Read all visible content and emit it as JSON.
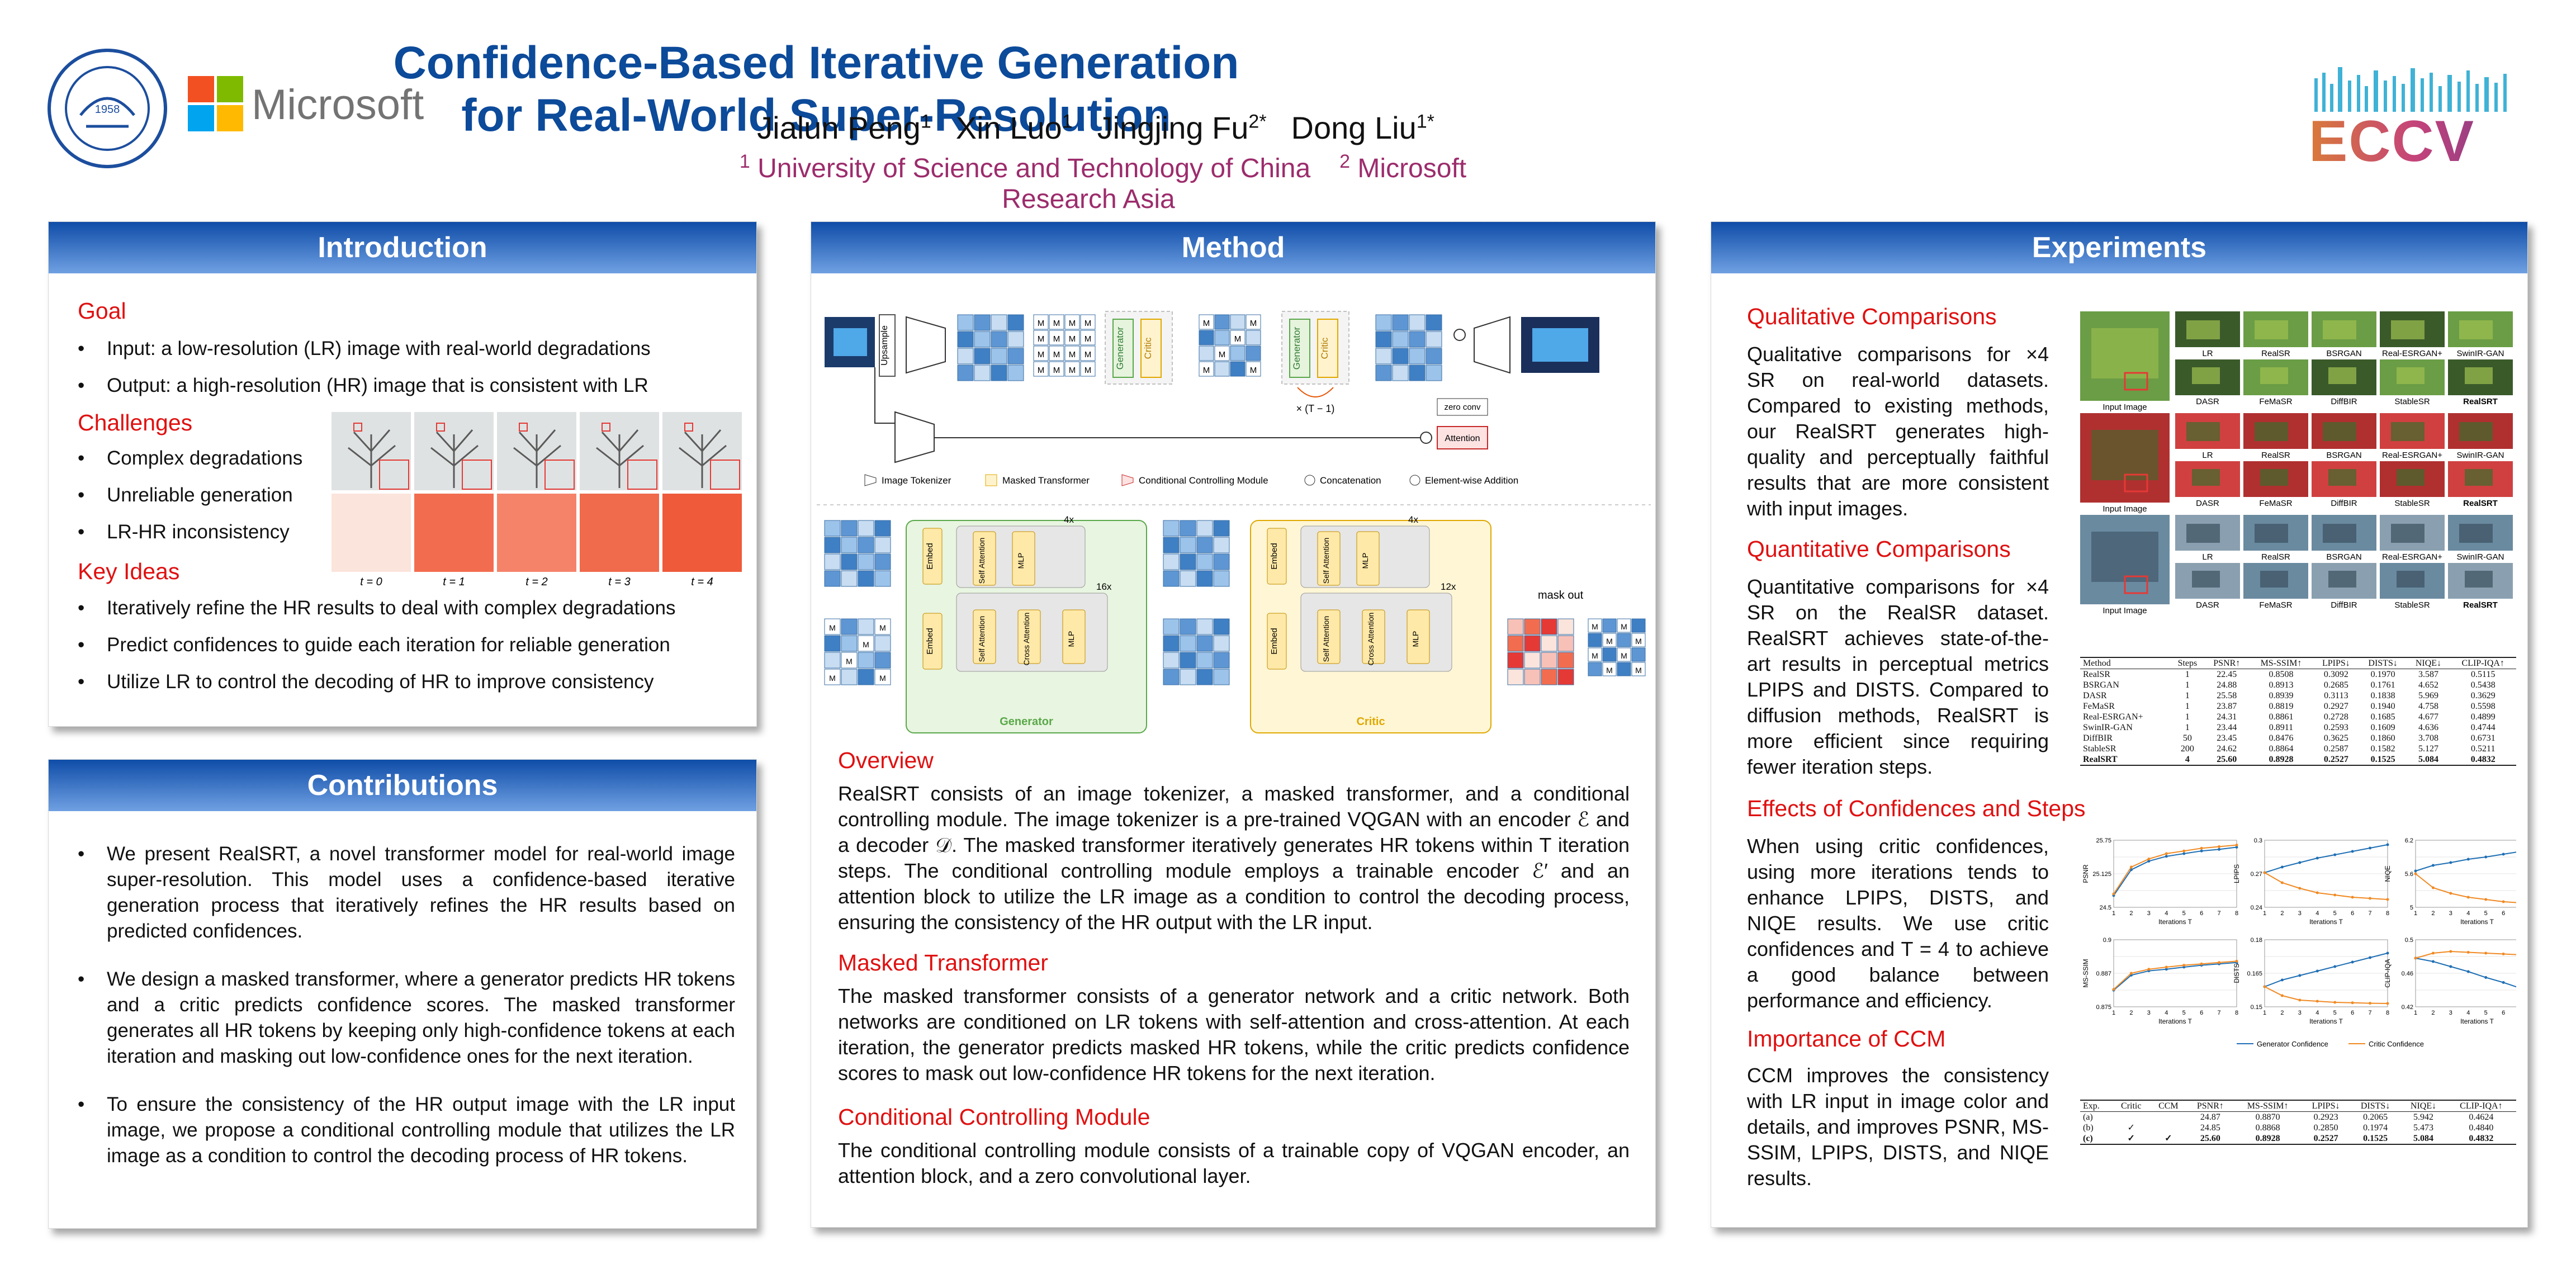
{
  "header": {
    "title": "Confidence-Based Iterative Generation for Real-World Super-Resolution",
    "authors": [
      {
        "name": "Jialun Peng",
        "sup": "1"
      },
      {
        "name": "Xin Luo",
        "sup": "1"
      },
      {
        "name": "Jingjing Fu",
        "sup": "2*"
      },
      {
        "name": "Dong Liu",
        "sup": "1*"
      }
    ],
    "affiliations": [
      {
        "sup": "1",
        "name": "University of Science and Technology of China"
      },
      {
        "sup": "2",
        "name": "Microsoft Research Asia"
      }
    ],
    "logos": {
      "left_seal_year": "1958",
      "microsoft": "Microsoft",
      "eccv": "ECCV"
    }
  },
  "introduction": {
    "title": "Introduction",
    "goal_heading": "Goal",
    "goal_items": [
      "Input: a low-resolution (LR) image with real-world degradations",
      "Output: a high-resolution (HR) image that is consistent with LR"
    ],
    "challenges_heading": "Challenges",
    "challenges_items": [
      "Complex degradations",
      "Unreliable generation",
      "LR-HR inconsistency"
    ],
    "iteration_labels": [
      "t = 0",
      "t = 1",
      "t = 2",
      "t = 3",
      "t = 4"
    ],
    "keyideas_heading": "Key Ideas",
    "keyideas_items": [
      "Iteratively refine the HR results to deal with complex degradations",
      "Predict confidences to guide each iteration for reliable generation",
      "Utilize LR to control the decoding of HR to improve consistency"
    ]
  },
  "contributions": {
    "title": "Contributions",
    "items": [
      "We present RealSRT, a novel transformer model for real-world image super-resolution. This model uses a confidence-based iterative generation process that iteratively refines the HR results based on predicted confidences.",
      "We design a masked transformer, where a generator predicts HR tokens and a critic predicts confidence scores. The masked transformer generates all HR tokens by keeping only high-confidence tokens at each iteration and masking out low-confidence ones for the next iteration.",
      "To ensure the consistency of the HR output image with the LR input image, we propose a conditional controlling module that utilizes the LR image as a condition to control the decoding process of HR tokens."
    ]
  },
  "method": {
    "title": "Method",
    "diagram": {
      "upsample": "Upsample",
      "generator": "Generator",
      "critic": "Critic",
      "repeat": "× (T − 1)",
      "zero_conv": "zero conv",
      "attention": "Attention",
      "legend": [
        "Image Tokenizer",
        "Masked Transformer",
        "Conditional Controlling Module",
        "Concatenation",
        "Element-wise Addition"
      ],
      "embed": "Embed",
      "self_attention": "Self Attention",
      "cross_attention": "Cross Attention",
      "mlp": "MLP",
      "gen_repeat_outer": "4x",
      "gen_repeat_inner": "16x",
      "critic_repeat_outer": "4x",
      "critic_repeat_inner": "12x",
      "mask_out": "mask out",
      "mask_symbol": "M"
    },
    "overview_heading": "Overview",
    "overview_text": "RealSRT consists of an image tokenizer, a masked transformer, and a conditional controlling module. The image tokenizer is a pre-trained VQGAN with an encoder ℰ and a decoder 𝒟. The masked transformer iteratively generates HR tokens within T iteration steps. The conditional controlling module employs a trainable encoder ℰ′ and an attention block to utilize the LR image as a condition to control the decoding process, ensuring the consistency of the HR output with the LR input.",
    "masked_heading": "Masked Transformer",
    "masked_text": "The masked transformer consists of a generator network and a critic network. Both networks are conditioned on LR tokens with self-attention and cross-attention. At each iteration, the generator predicts masked HR tokens, while the critic predicts confidence scores to mask out low-confidence HR tokens for the next iteration.",
    "ccm_heading": "Conditional Controlling Module",
    "ccm_text": "The conditional controlling module consists of a trainable copy of VQGAN encoder, an attention block, and a zero convolutional layer."
  },
  "experiments": {
    "title": "Experiments",
    "qual_heading": "Qualitative Comparisons",
    "qual_text": "Qualitative comparisons for ×4 SR on real-world datasets. Compared to existing methods, our RealSRT generates high-quality and perceptually faithful results that are more consistent with input images.",
    "qual_grid_labels_row1": [
      "LR",
      "RealSR",
      "BSRGAN",
      "Real-ESRGAN+",
      "SwinIR-GAN"
    ],
    "qual_grid_labels_row2": [
      "Input Image",
      "DASR",
      "FeMaSR",
      "DiffBIR",
      "StableSR",
      "RealSRT"
    ],
    "quant_heading": "Quantitative Comparisons",
    "quant_text": "Quantitative comparisons for ×4 SR on the RealSR dataset. RealSRT achieves state-of-the-art results in perceptual metrics LPIPS and DISTS. Compared to diffusion methods, RealSRT is more efficient since requiring fewer iteration steps.",
    "table1": {
      "headers": [
        "Method",
        "Steps",
        "PSNR↑",
        "MS-SSIM↑",
        "LPIPS↓",
        "DISTS↓",
        "NIQE↓",
        "CLIP-IQA↑"
      ],
      "rows": [
        [
          "RealSR",
          "1",
          "22.45",
          "0.8508",
          "0.3092",
          "0.1970",
          "3.587",
          "0.5115"
        ],
        [
          "BSRGAN",
          "1",
          "24.88",
          "0.8913",
          "0.2685",
          "0.1761",
          "4.652",
          "0.5438"
        ],
        [
          "DASR",
          "1",
          "25.58",
          "0.8939",
          "0.3113",
          "0.1838",
          "5.969",
          "0.3629"
        ],
        [
          "FeMaSR",
          "1",
          "23.87",
          "0.8819",
          "0.2927",
          "0.1940",
          "4.758",
          "0.5598"
        ],
        [
          "Real-ESRGAN+",
          "1",
          "24.31",
          "0.8861",
          "0.2728",
          "0.1685",
          "4.677",
          "0.4899"
        ],
        [
          "SwinIR-GAN",
          "1",
          "23.44",
          "0.8911",
          "0.2593",
          "0.1609",
          "4.636",
          "0.4744"
        ],
        [
          "DiffBIR",
          "50",
          "23.45",
          "0.8476",
          "0.3625",
          "0.1860",
          "3.708",
          "0.6731"
        ],
        [
          "StableSR",
          "200",
          "24.62",
          "0.8864",
          "0.2587",
          "0.1582",
          "5.127",
          "0.5211"
        ],
        [
          "RealSRT",
          "4",
          "25.60",
          "0.8928",
          "0.2527",
          "0.1525",
          "5.084",
          "0.4832"
        ]
      ]
    },
    "effects_heading": "Effects of Confidences and Steps",
    "effects_text": "When using critic confidences, using more iterations tends to enhance LPIPS, DISTS, and NIQE results. We use critic confidences and T = 4 to achieve a good balance between performance and efficiency.",
    "ccm_heading": "Importance of CCM",
    "ccm_text": "CCM improves the consistency with LR input in image color and details, and improves PSNR, MS-SSIM, LPIPS, DISTS, and NIQE results.",
    "table2": {
      "headers": [
        "Exp.",
        "Critic",
        "CCM",
        "PSNR↑",
        "MS-SSIM↑",
        "LPIPS↓",
        "DISTS↓",
        "NIQE↓",
        "CLIP-IQA↑"
      ],
      "rows": [
        [
          "(a)",
          "",
          "",
          "24.87",
          "0.8870",
          "0.2923",
          "0.2065",
          "5.942",
          "0.4624"
        ],
        [
          "(b)",
          "✓",
          "",
          "24.85",
          "0.8868",
          "0.2850",
          "0.1974",
          "5.473",
          "0.4840"
        ],
        [
          "(c)",
          "✓",
          "✓",
          "25.60",
          "0.8928",
          "0.2527",
          "0.1525",
          "5.084",
          "0.4832"
        ]
      ]
    },
    "effects_legend": [
      "Generator Confidence",
      "Critic Confidence"
    ]
  },
  "chart_data": [
    {
      "type": "line",
      "ylabel": "PSNR",
      "xlabel": "Iterations T",
      "x": [
        1,
        2,
        3,
        4,
        5,
        6,
        7,
        8
      ],
      "ylim": [
        24.5,
        25.75
      ],
      "series": [
        {
          "name": "Generator Confidence",
          "values": [
            24.72,
            25.2,
            25.36,
            25.45,
            25.5,
            25.55,
            25.58,
            25.62
          ]
        },
        {
          "name": "Critic Confidence",
          "values": [
            24.75,
            25.25,
            25.4,
            25.5,
            25.55,
            25.6,
            25.63,
            25.66
          ]
        }
      ]
    },
    {
      "type": "line",
      "ylabel": "LPIPS",
      "xlabel": "Iterations T",
      "x": [
        1,
        2,
        3,
        4,
        5,
        6,
        7,
        8
      ],
      "ylim": [
        0.24,
        0.3
      ],
      "series": [
        {
          "name": "Generator Confidence",
          "values": [
            0.271,
            0.276,
            0.28,
            0.284,
            0.287,
            0.29,
            0.293,
            0.296
          ]
        },
        {
          "name": "Critic Confidence",
          "values": [
            0.271,
            0.262,
            0.257,
            0.253,
            0.251,
            0.249,
            0.248,
            0.247
          ]
        }
      ]
    },
    {
      "type": "line",
      "ylabel": "NIQE",
      "xlabel": "Iterations T",
      "x": [
        1,
        2,
        3,
        4,
        5,
        6,
        7,
        8
      ],
      "ylim": [
        5.0,
        6.2
      ],
      "series": [
        {
          "name": "Generator Confidence",
          "values": [
            5.65,
            5.75,
            5.8,
            5.86,
            5.9,
            5.95,
            6.0,
            6.05
          ]
        },
        {
          "name": "Critic Confidence",
          "values": [
            5.6,
            5.35,
            5.25,
            5.18,
            5.14,
            5.1,
            5.08,
            5.06
          ]
        }
      ]
    },
    {
      "type": "line",
      "ylabel": "MS-SSIM",
      "xlabel": "Iterations T",
      "x": [
        1,
        2,
        3,
        4,
        5,
        6,
        7,
        8
      ],
      "ylim": [
        0.875,
        0.9
      ],
      "series": [
        {
          "name": "Generator Confidence",
          "values": [
            0.8812,
            0.8868,
            0.8884,
            0.889,
            0.8898,
            0.8905,
            0.891,
            0.8915
          ]
        },
        {
          "name": "Critic Confidence",
          "values": [
            0.8815,
            0.8875,
            0.889,
            0.8898,
            0.8905,
            0.891,
            0.8915,
            0.892
          ]
        }
      ]
    },
    {
      "type": "line",
      "ylabel": "DISTS",
      "xlabel": "Iterations T",
      "x": [
        1,
        2,
        3,
        4,
        5,
        6,
        7,
        8
      ],
      "ylim": [
        0.15,
        0.18
      ],
      "series": [
        {
          "name": "Generator Confidence",
          "values": [
            0.159,
            0.162,
            0.164,
            0.166,
            0.168,
            0.17,
            0.172,
            0.174
          ]
        },
        {
          "name": "Critic Confidence",
          "values": [
            0.159,
            0.155,
            0.153,
            0.1525,
            0.152,
            0.1518,
            0.1516,
            0.1515
          ]
        }
      ]
    },
    {
      "type": "line",
      "ylabel": "CLIP-IQA",
      "xlabel": "Iterations T",
      "x": [
        1,
        2,
        3,
        4,
        5,
        6,
        7,
        8
      ],
      "ylim": [
        0.42,
        0.5
      ],
      "series": [
        {
          "name": "Generator Confidence",
          "values": [
            0.478,
            0.474,
            0.468,
            0.462,
            0.455,
            0.449,
            0.442,
            0.436
          ]
        },
        {
          "name": "Critic Confidence",
          "values": [
            0.478,
            0.484,
            0.486,
            0.485,
            0.484,
            0.483,
            0.482,
            0.481
          ]
        }
      ]
    }
  ]
}
